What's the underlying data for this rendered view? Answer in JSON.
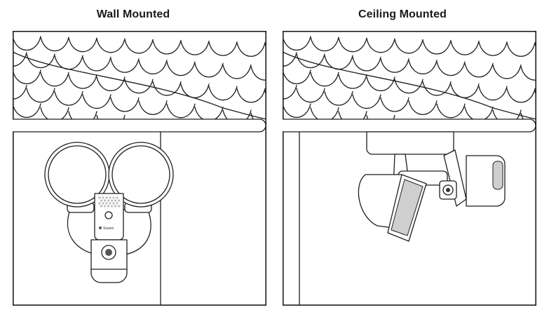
{
  "panels": [
    {
      "title": "Wall Mounted"
    },
    {
      "title": "Ceiling Mounted"
    }
  ],
  "camera": {
    "brand_text": "Swann"
  },
  "colors": {
    "line": "#1e1e1e",
    "background": "#ffffff",
    "shade": "#cfcfcf"
  }
}
